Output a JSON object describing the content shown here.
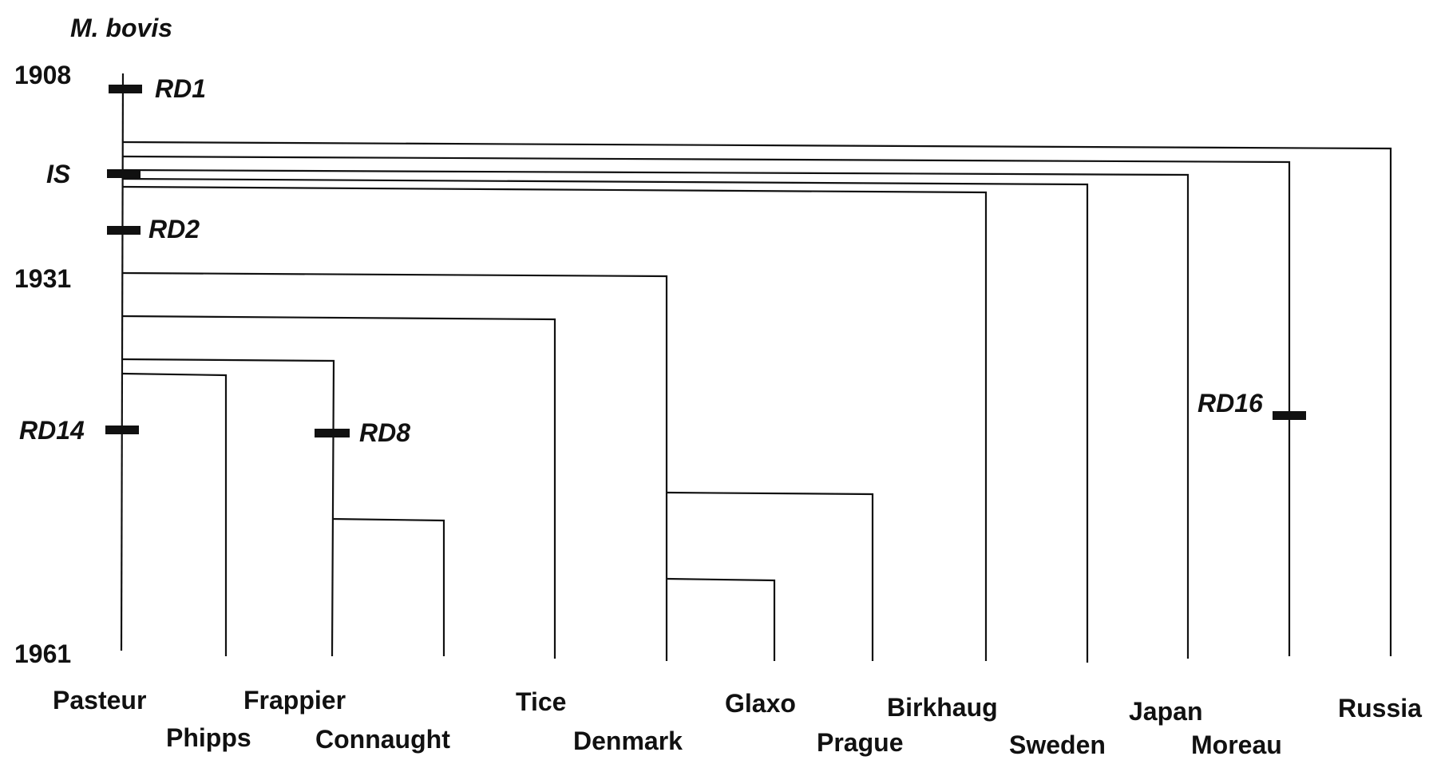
{
  "root_label": "M. bovis",
  "years": [
    "1908",
    "1931",
    "1961"
  ],
  "markers": {
    "rd1": "RD1",
    "is": "IS",
    "rd2": "RD2",
    "rd14": "RD14",
    "rd8": "RD8",
    "rd16": "RD16"
  },
  "strains": {
    "pasteur": "Pasteur",
    "phipps": "Phipps",
    "frappier": "Frappier",
    "connaught": "Connaught",
    "tice": "Tice",
    "denmark": "Denmark",
    "glaxo": "Glaxo",
    "prague": "Prague",
    "birkhaug": "Birkhaug",
    "sweden": "Sweden",
    "japan": "Japan",
    "moreau": "Moreau",
    "russia": "Russia"
  },
  "colors": {
    "ink": "#111111",
    "background": "#ffffff"
  }
}
